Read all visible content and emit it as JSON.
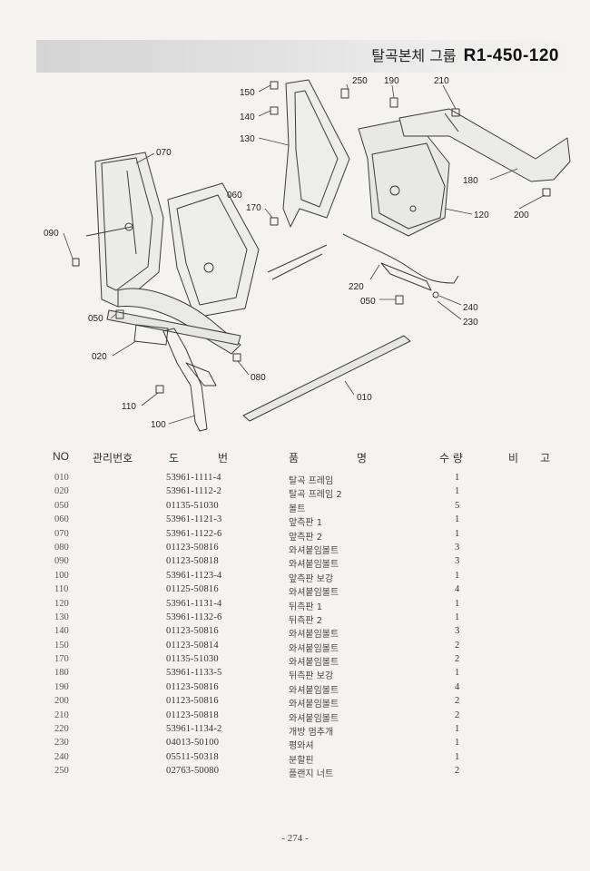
{
  "header": {
    "group_name": "탈곡본체 그룹",
    "group_code": "R1-450-120"
  },
  "diagram": {
    "callouts": [
      "150",
      "250",
      "190",
      "210",
      "140",
      "130",
      "070",
      "180",
      "060",
      "170",
      "120",
      "200",
      "090",
      "220",
      "050",
      "240",
      "230",
      "050",
      "020",
      "080",
      "010",
      "110",
      "100"
    ]
  },
  "table": {
    "headers": {
      "no": "NO",
      "mgmt": "관리번호",
      "do": "도",
      "beon": "번",
      "pum": "품",
      "myeong": "명",
      "qty": "수 량",
      "bi": "비",
      "go": "고"
    },
    "rows": [
      {
        "no": "010",
        "part": "53961-1111-4",
        "name": "탈곡 프레임",
        "qty": "1"
      },
      {
        "no": "020",
        "part": "53961-1112-2",
        "name": "탈곡 프레임 2",
        "qty": "1"
      },
      {
        "no": "050",
        "part": "01135-51030",
        "name": "볼트",
        "qty": "5"
      },
      {
        "no": "060",
        "part": "53961-1121-3",
        "name": "앞측판 1",
        "qty": "1"
      },
      {
        "no": "070",
        "part": "53961-1122-6",
        "name": "앞측판 2",
        "qty": "1"
      },
      {
        "no": "080",
        "part": "01123-50816",
        "name": "와셔붙임볼트",
        "qty": "3"
      },
      {
        "no": "090",
        "part": "01123-50818",
        "name": "와셔붙임볼트",
        "qty": "3"
      },
      {
        "no": "100",
        "part": "53961-1123-4",
        "name": "앞측판 보강",
        "qty": "1"
      },
      {
        "no": "110",
        "part": "01125-50816",
        "name": "와셔붙임볼트",
        "qty": "4"
      },
      {
        "no": "120",
        "part": "53961-1131-4",
        "name": "뒤측판 1",
        "qty": "1"
      },
      {
        "no": "130",
        "part": "53961-1132-6",
        "name": "뒤측판 2",
        "qty": "1"
      },
      {
        "no": "140",
        "part": "01123-50816",
        "name": "와셔붙임볼트",
        "qty": "3"
      },
      {
        "no": "150",
        "part": "01123-50814",
        "name": "와셔붙임볼트",
        "qty": "2"
      },
      {
        "no": "170",
        "part": "01135-51030",
        "name": "와셔붙임볼트",
        "qty": "2"
      },
      {
        "no": "180",
        "part": "53961-1133-5",
        "name": "뒤측판 보강",
        "qty": "1"
      },
      {
        "no": "190",
        "part": "01123-50816",
        "name": "와셔붙임볼트",
        "qty": "4"
      },
      {
        "no": "200",
        "part": "01123-50816",
        "name": "와셔붙임볼트",
        "qty": "2"
      },
      {
        "no": "210",
        "part": "01123-50818",
        "name": "와셔붙임볼트",
        "qty": "2"
      },
      {
        "no": "220",
        "part": "53961-1134-2",
        "name": "개방 멈추개",
        "qty": "1"
      },
      {
        "no": "230",
        "part": "04013-50100",
        "name": "평와셔",
        "qty": "1"
      },
      {
        "no": "240",
        "part": "05511-50318",
        "name": "분할핀",
        "qty": "1"
      },
      {
        "no": "250",
        "part": "02763-50080",
        "name": "플랜지 너트",
        "qty": "2"
      }
    ]
  },
  "footer": {
    "page": "- 274 -"
  }
}
